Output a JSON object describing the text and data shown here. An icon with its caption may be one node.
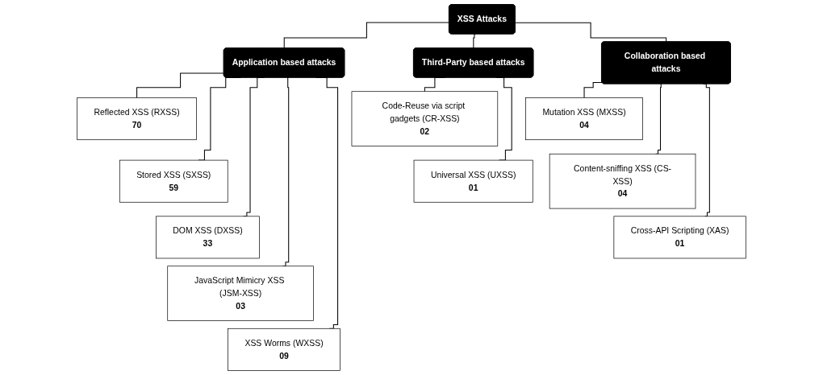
{
  "diagram": {
    "nodes": [
      {
        "text": [
          "XSS Attacks"
        ]
      },
      {
        "text": [
          "Application based attacks"
        ]
      },
      {
        "text": [
          "Third-Party based attacks"
        ]
      },
      {
        "text": [
          "Collaboration based attacks"
        ]
      },
      {
        "text": [
          "Reflected XSS (RXSS)",
          "70"
        ]
      },
      {
        "text": [
          "Stored XSS (SXSS)",
          "59"
        ]
      },
      {
        "text": [
          "DOM XSS (DXSS)",
          "33"
        ]
      },
      {
        "text": [
          "JavaScript Mimicry XSS (JSM-XSS)",
          "03"
        ]
      },
      {
        "text": [
          "XSS Worms (WXSS)",
          "09"
        ]
      },
      {
        "text": [
          "Code-Reuse via script gadgets (CR-XSS)",
          "02"
        ]
      },
      {
        "text": [
          "Universal XSS (UXSS)",
          "01"
        ]
      },
      {
        "text": [
          "Mutation XSS (MXSS)",
          "04"
        ]
      },
      {
        "text": [
          "Content-sniffing XSS (CS-XSS)",
          "04"
        ]
      },
      {
        "text": [
          "Cross-API Scripting (XAS)",
          "01"
        ]
      }
    ],
    "edges": [
      {
        "from": 0,
        "to": 1,
        "arrow": "none"
      },
      {
        "from": 0,
        "to": 2,
        "arrow": "none"
      },
      {
        "from": 0,
        "to": 3,
        "arrow": "none"
      },
      {
        "from": 1,
        "to": 4,
        "arrow": "none"
      },
      {
        "from": 1,
        "to": 5,
        "arrow": "none"
      },
      {
        "from": 1,
        "to": 6,
        "arrow": "none"
      },
      {
        "from": 1,
        "to": 7,
        "arrow": "none"
      },
      {
        "from": 1,
        "to": 8,
        "arrow": "none"
      },
      {
        "from": 2,
        "to": 9,
        "arrow": "none"
      },
      {
        "from": 2,
        "to": 10,
        "arrow": "none"
      },
      {
        "from": 3,
        "to": 11,
        "arrow": "none"
      },
      {
        "from": 3,
        "to": 12,
        "arrow": "none"
      },
      {
        "from": 3,
        "to": 13,
        "arrow": "none"
      }
    ]
  }
}
